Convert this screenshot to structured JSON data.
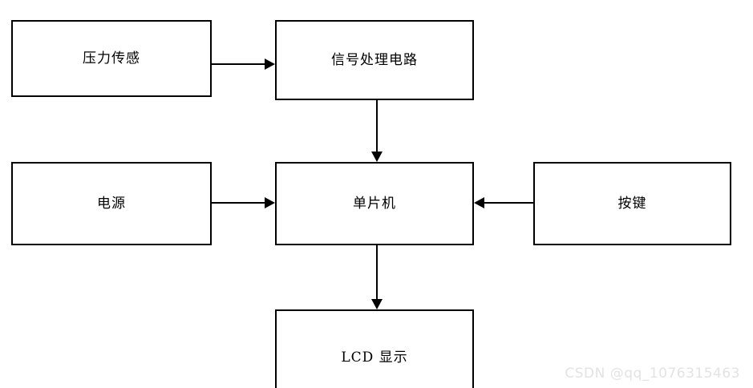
{
  "diagram": {
    "type": "block-diagram",
    "title": "",
    "background_color": "#ffffff",
    "line_color": "#000000",
    "nodes": [
      {
        "id": "pressure-sensor",
        "label": "压力传感",
        "shape": "rectangle",
        "row": "top",
        "column": "left"
      },
      {
        "id": "signal-circuit",
        "label": "信号处理电路",
        "shape": "rectangle",
        "row": "top",
        "column": "center"
      },
      {
        "id": "power-supply",
        "label": "电源",
        "shape": "rectangle",
        "row": "middle",
        "column": "left"
      },
      {
        "id": "mcu",
        "label": "单片机",
        "shape": "rectangle",
        "row": "middle",
        "column": "center"
      },
      {
        "id": "keys",
        "label": "按键",
        "shape": "rectangle",
        "row": "middle",
        "column": "right"
      },
      {
        "id": "lcd",
        "label": "LCD 显示",
        "shape": "rectangle",
        "row": "bottom",
        "column": "center"
      }
    ],
    "edges": [
      {
        "id": "sensor-to-circuit",
        "from": "pressure-sensor",
        "to": "signal-circuit",
        "direction": "right",
        "arrowhead": "arrow-right-icon"
      },
      {
        "id": "circuit-to-mcu",
        "from": "signal-circuit",
        "to": "mcu",
        "direction": "down",
        "arrowhead": "arrow-down-icon"
      },
      {
        "id": "power-to-mcu",
        "from": "power-supply",
        "to": "mcu",
        "direction": "right",
        "arrowhead": "arrow-right-icon"
      },
      {
        "id": "keys-to-mcu",
        "from": "keys",
        "to": "mcu",
        "direction": "left",
        "arrowhead": "arrow-left-icon"
      },
      {
        "id": "mcu-to-lcd",
        "from": "mcu",
        "to": "lcd",
        "direction": "down",
        "arrowhead": "arrow-down-icon"
      }
    ]
  },
  "watermark": {
    "text": "CSDN @qq_1076315463",
    "color": "#e3e3e3"
  }
}
